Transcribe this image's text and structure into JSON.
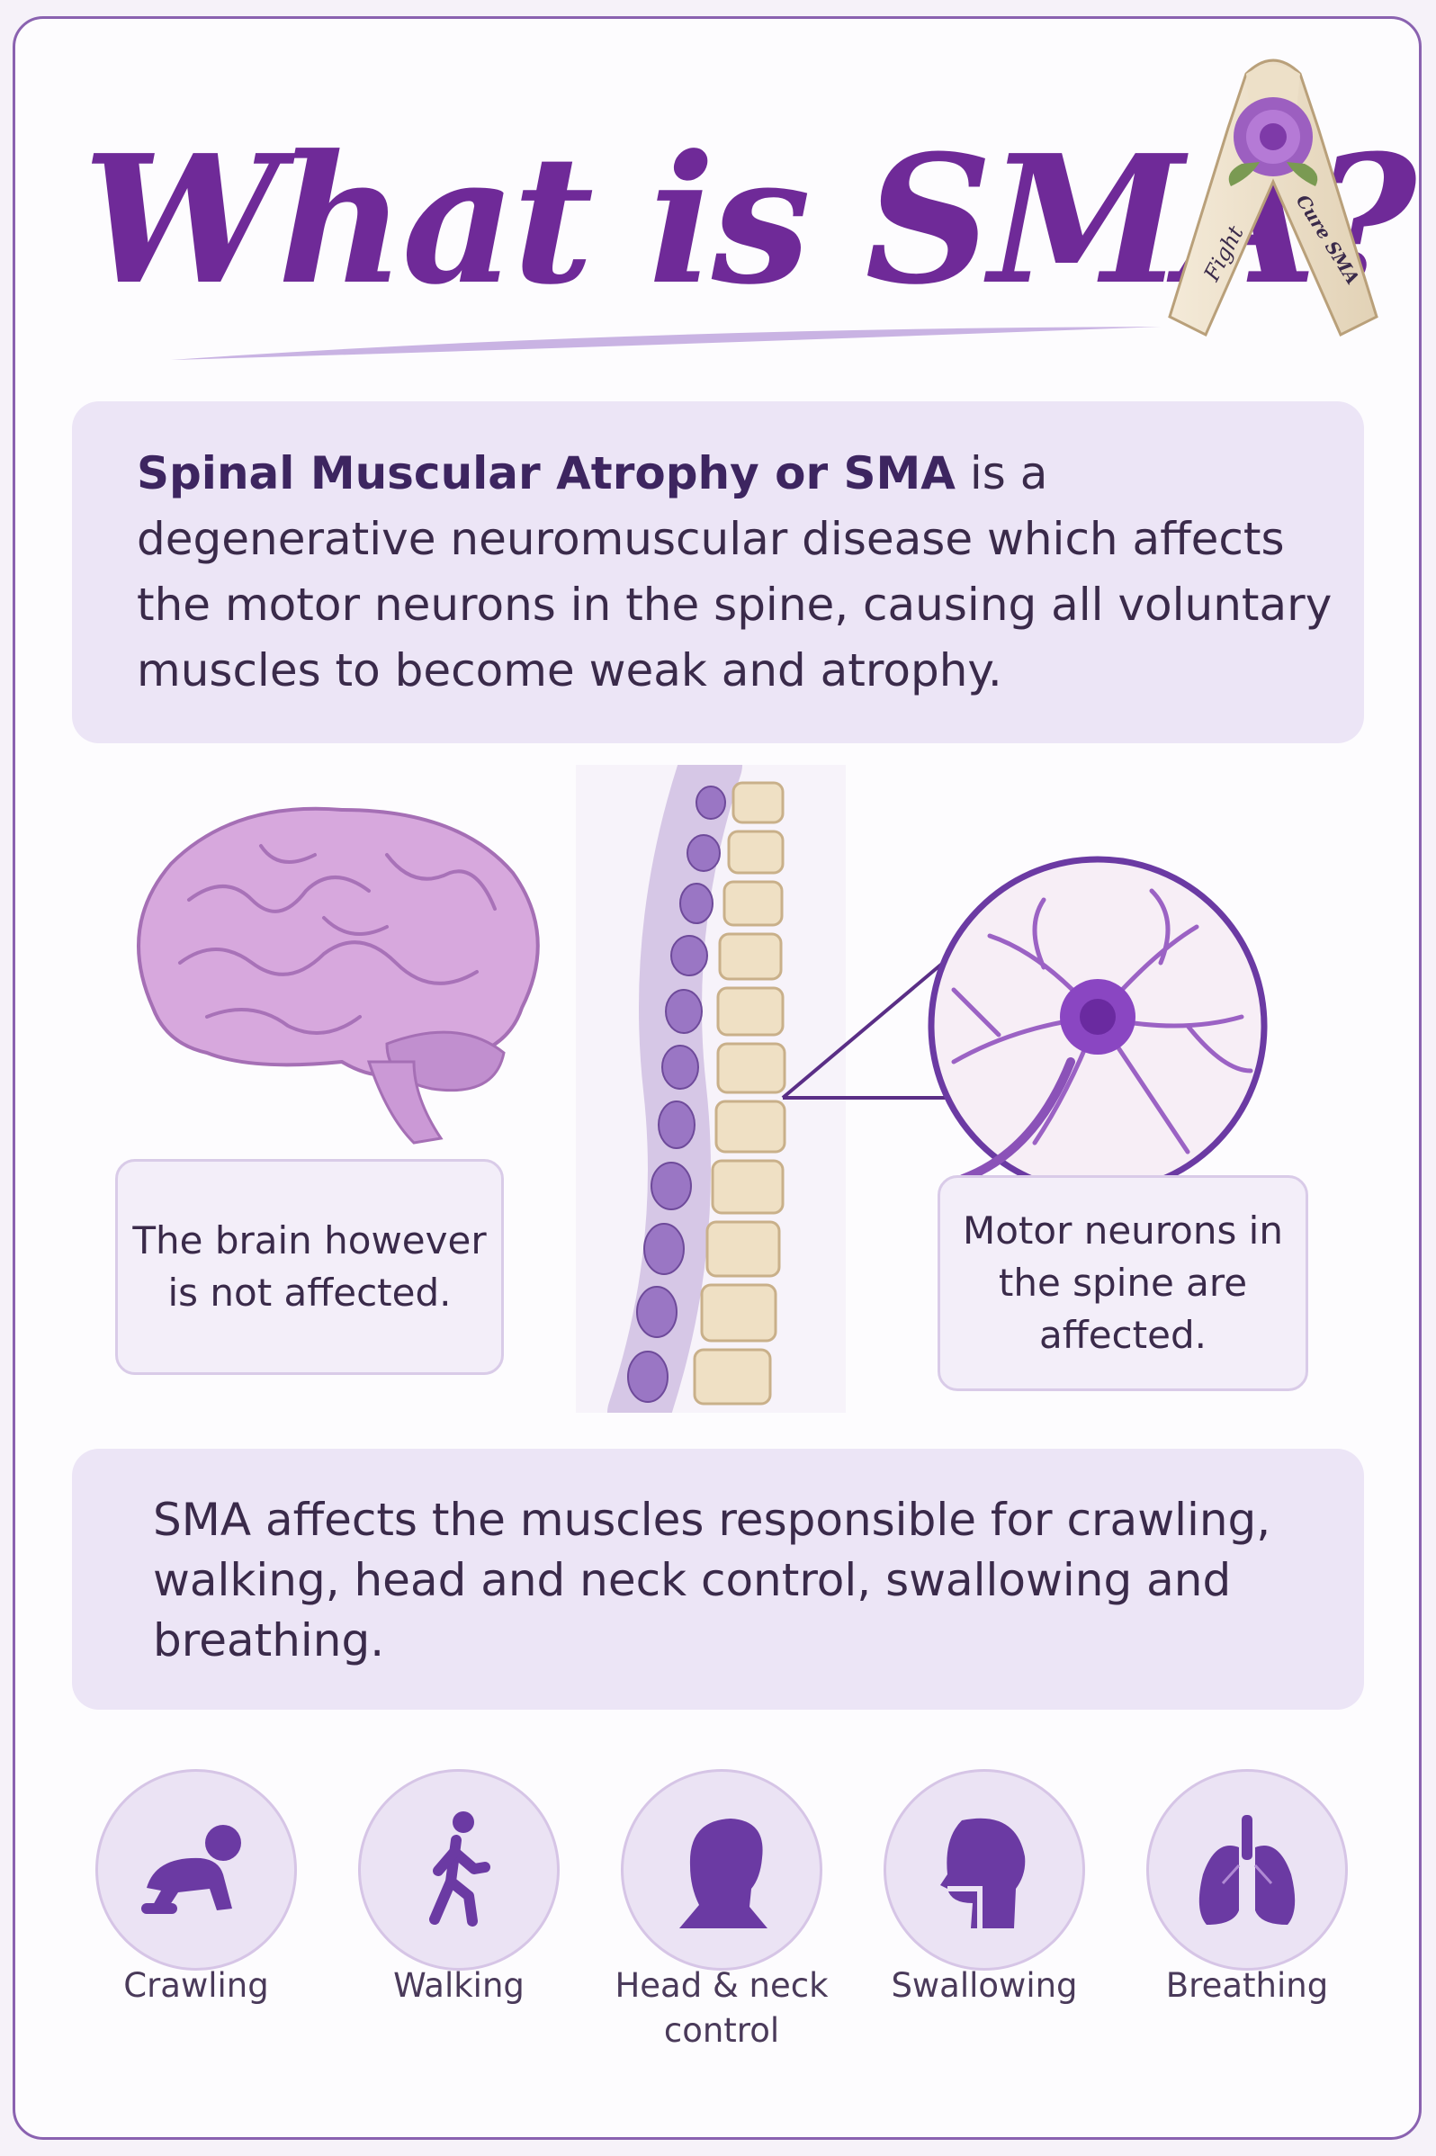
{
  "title": "What is SMA?",
  "ribbon": {
    "left_text": "Fight",
    "right_text": "Cure SMA"
  },
  "intro": {
    "bold": "Spinal Muscular Atrophy or SMA",
    "rest": " is a degenerative neuromuscular disease which affects the motor neurons in the spine, causing all voluntary muscles to become weak and atrophy."
  },
  "callouts": {
    "brain": "The brain however is not affected.",
    "spine": "Motor neurons in the spine are affected."
  },
  "effects": "SMA affects the muscles responsible for crawling, walking, head and neck control, swallowing and breathing.",
  "icons": [
    {
      "label": "Crawling",
      "icon": "crawling-baby-icon"
    },
    {
      "label": "Walking",
      "icon": "walking-person-icon"
    },
    {
      "label": "Head & neck control",
      "icon": "head-silhouette-icon"
    },
    {
      "label": "Swallowing",
      "icon": "swallowing-throat-icon"
    },
    {
      "label": "Breathing",
      "icon": "lungs-icon"
    }
  ],
  "colors": {
    "title": "#6f2a98",
    "icon": "#6b3aa3",
    "panel": "#ece5f6",
    "border": "#8a62b0"
  }
}
